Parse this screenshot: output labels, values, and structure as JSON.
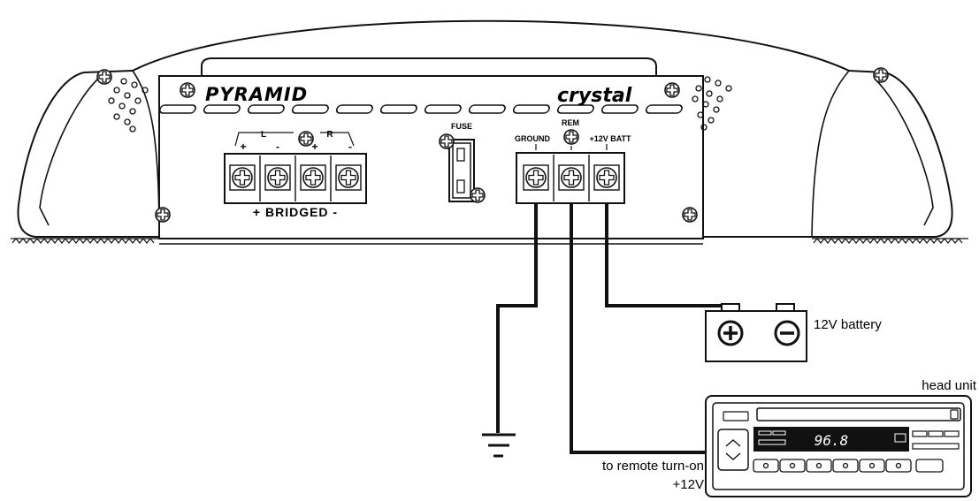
{
  "amplifier": {
    "brand": "PYRAMID",
    "model": "crystal",
    "fuse_label": "FUSE",
    "speaker_terminals": {
      "left_label": "L",
      "right_label": "R",
      "plus": "+",
      "minus": "-",
      "bridged_label": "+ BRIDGED -"
    },
    "power_terminals": {
      "ground_label": "GROUND",
      "rem_label": "REM",
      "batt_label": "+12V BATT"
    }
  },
  "battery": {
    "label": "12V battery"
  },
  "head_unit": {
    "label": "head unit",
    "display": "96.8"
  },
  "remote": {
    "line1": "to remote turn-on",
    "line2": "+12V"
  },
  "colors": {
    "stroke": "#111111",
    "background": "#ffffff"
  }
}
